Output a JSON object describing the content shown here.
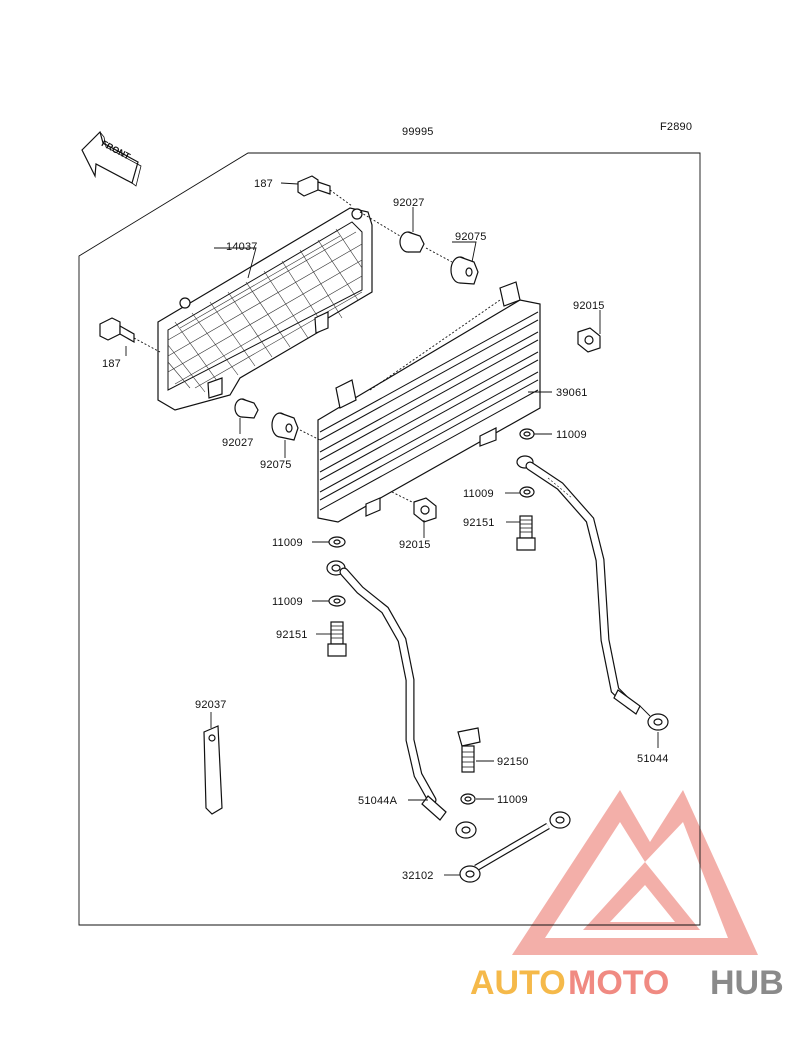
{
  "diagram": {
    "code": "F2890",
    "assembly_number": "99995",
    "front_label": "FRONT",
    "labels": {
      "p187_top": "187",
      "p187_left": "187",
      "p14037": "14037",
      "p92027_top": "92027",
      "p92075_top": "92075",
      "p92015_right": "92015",
      "p39061": "39061",
      "p11009_a": "11009",
      "p92027_bottom": "92027",
      "p92075_bottom": "92075",
      "p11009_b": "11009",
      "p92151_right": "92151",
      "p11009_c": "11009",
      "p92015_bottom": "92015",
      "p11009_d": "11009",
      "p92151_left": "92151",
      "p92037": "92037",
      "p92150": "92150",
      "p51044": "51044",
      "p51044A": "51044A",
      "p11009_e": "11009",
      "p32102": "32102"
    }
  },
  "watermark": {
    "part1": "AUTO",
    "part2": "MOTO",
    "part3": "HUB",
    "colors": {
      "auto": "#f5b94a",
      "moto": "#f08a82",
      "hub": "#8a8a8a",
      "triangle": "#f2a29b"
    }
  }
}
